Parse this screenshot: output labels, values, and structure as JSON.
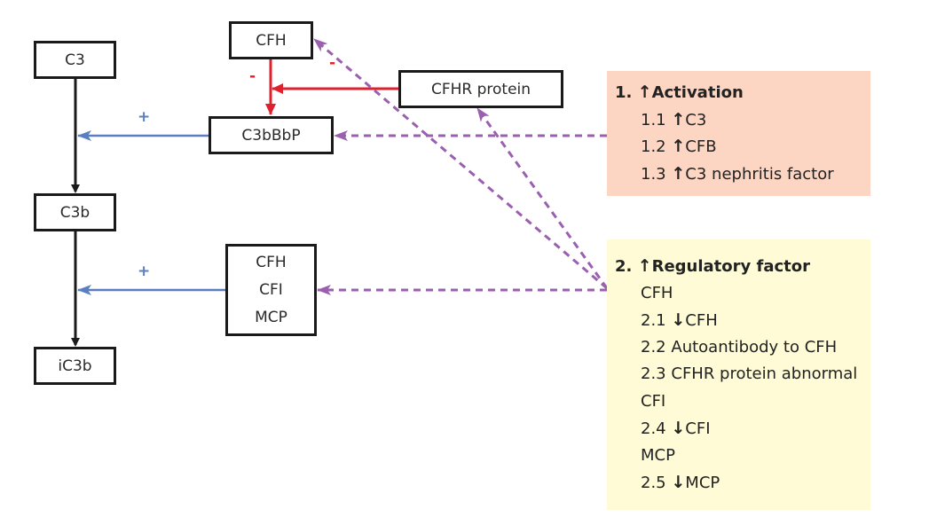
{
  "colors": {
    "inhibit": "#e0202c",
    "activate": "#5a7fc0",
    "dashed": "#9b5fb0",
    "main_path": "#1a1a1a",
    "activation_panel_bg": "#fdd5c3",
    "regulatory_panel_bg": "#fefbd6"
  },
  "nodes": {
    "c3": "C3",
    "c3b": "C3b",
    "ic3b": "iC3b",
    "cfh": "CFH",
    "c3bbbp": "C3bBbP",
    "cfhr": "CFHR protein",
    "regulators": [
      "CFH",
      "CFI",
      "MCP"
    ]
  },
  "signs": {
    "cfh_minus": "-",
    "cfhr_minus": "-",
    "c3bbbp_plus": "+",
    "regulators_plus": "+"
  },
  "panels": {
    "activation": {
      "number": "1.",
      "arrow": "↑",
      "title": "Activation",
      "items": [
        {
          "label": "1.1",
          "arrow": "↑",
          "text": "C3"
        },
        {
          "label": "1.2",
          "arrow": "↑",
          "text": "CFB"
        },
        {
          "label": "1.3",
          "arrow": "↑",
          "text": "C3 nephritis factor"
        }
      ]
    },
    "regulatory": {
      "number": "2.",
      "arrow": "↑",
      "title": "Regulatory factor",
      "groups": [
        {
          "name": "CFH",
          "items": [
            {
              "label": "2.1",
              "arrow": "↓",
              "text": "CFH"
            },
            {
              "label": "2.2",
              "arrow": "",
              "text": "Autoantibody to CFH"
            },
            {
              "label": "2.3",
              "arrow": "",
              "text": "CFHR protein abnormal"
            }
          ]
        },
        {
          "name": "CFI",
          "items": [
            {
              "label": "2.4",
              "arrow": "↓",
              "text": "CFI"
            }
          ]
        },
        {
          "name": "MCP",
          "items": [
            {
              "label": "2.5",
              "arrow": "↓",
              "text": "MCP"
            }
          ]
        }
      ]
    }
  }
}
